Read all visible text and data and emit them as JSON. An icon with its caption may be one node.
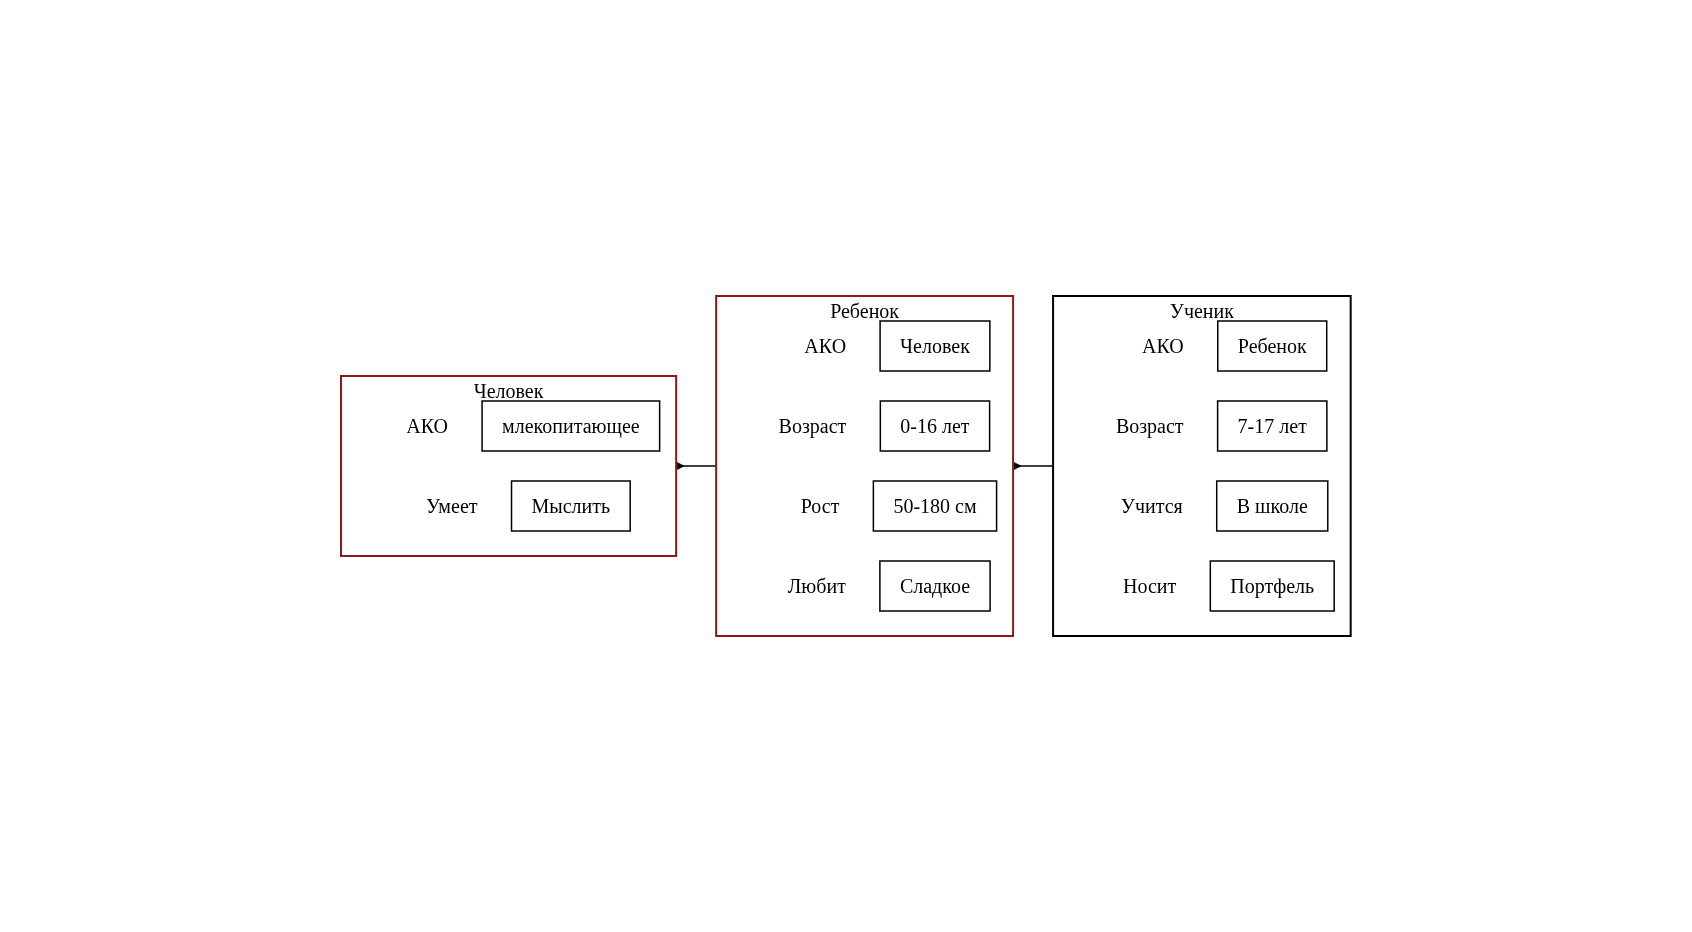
{
  "diagram": {
    "nodes": [
      {
        "text": [
          "Человек"
        ]
      },
      {
        "text": [
          "млекопитающее"
        ],
        "in": 0,
        "beside": [
          "АКО"
        ]
      },
      {
        "text": [
          "Мыслить"
        ],
        "in": 0,
        "beside": [
          "Умеет"
        ]
      },
      {
        "text": [
          "Ребенок"
        ]
      },
      {
        "text": [
          "Человек"
        ],
        "in": 3,
        "beside": [
          "АКО"
        ]
      },
      {
        "text": [
          "0-16 лет"
        ],
        "in": 3,
        "beside": [
          "Возраст"
        ]
      },
      {
        "text": [
          "50-180 см"
        ],
        "in": 3,
        "beside": [
          "Рост"
        ]
      },
      {
        "text": [
          "Сладкое"
        ],
        "in": 3,
        "beside": [
          "Любит"
        ]
      },
      {
        "text": [
          "Ученик"
        ]
      },
      {
        "text": [
          "Ребенок"
        ],
        "in": 8,
        "beside": [
          "АКО"
        ]
      },
      {
        "text": [
          "7-17 лет"
        ],
        "in": 8,
        "beside": [
          "Возраст"
        ]
      },
      {
        "text": [
          "В школе"
        ],
        "in": 8,
        "beside": [
          "Учится"
        ]
      },
      {
        "text": [
          "Портфель"
        ],
        "in": 8,
        "beside": [
          "Носит"
        ]
      }
    ],
    "edges": [
      {
        "from": 3,
        "to": 0,
        "arrow": "to"
      },
      {
        "from": 8,
        "to": 3,
        "arrow": "to"
      }
    ]
  }
}
